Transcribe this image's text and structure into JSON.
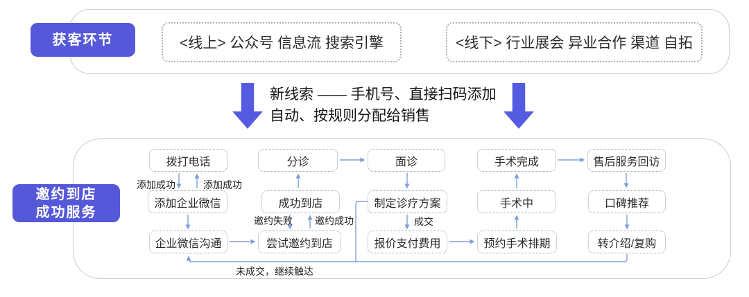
{
  "colors": {
    "accent_purple": "#5558d9",
    "block_arrow": "#555be0",
    "connector_blue": "#7ca0d8",
    "container_border": "#c6cbd6",
    "node_border": "#99a0aa"
  },
  "acquisition": {
    "label": "获客环节",
    "online": "<线上> 公众号 信息流 搜索引擎",
    "offline": "<线下> 行业展会 异业合作 渠道 自拓"
  },
  "transfer": {
    "line1": "新线索 —— 手机号、直接扫码添加",
    "line2": "自动、按规则分配给销售"
  },
  "service": {
    "label_line1": "邀约到店",
    "label_line2": "成功服务",
    "nodes": {
      "call": "拨打电话",
      "triage": "分诊",
      "consult": "面诊",
      "surgery_done": "手术完成",
      "followup": "售后服务回访",
      "add_wechat": "添加企业微信",
      "arrived": "成功到店",
      "plan": "制定诊疗方案",
      "in_surgery": "手术中",
      "word_of_mouth": "口碑推荐",
      "wechat_chat": "企业微信沟通",
      "try_invite": "尝试邀约到店",
      "quote_pay": "报价支付费用",
      "schedule": "预约手术排期",
      "repurchase": "转介绍/复购"
    },
    "edge_labels": {
      "add_ok_left": "添加成功",
      "add_ok_right": "添加成功",
      "invite_fail": "邀约失败",
      "invite_ok": "邀约成功",
      "deal": "成交",
      "no_deal": "未成交，继续触达"
    }
  }
}
